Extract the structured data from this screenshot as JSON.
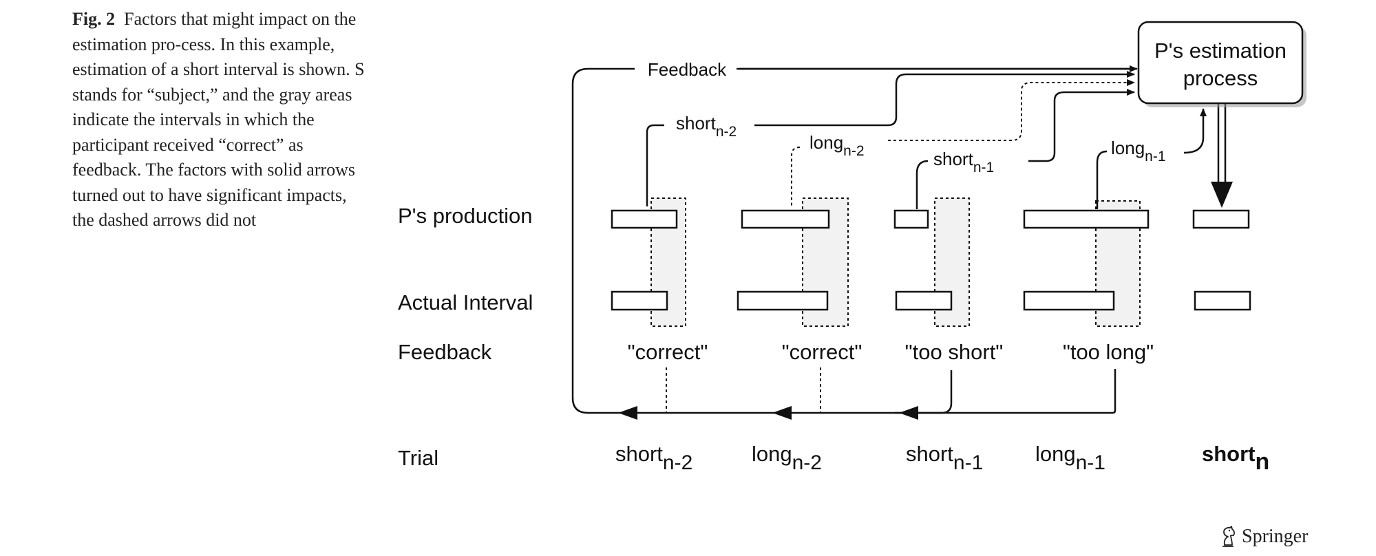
{
  "caption": {
    "label": "Fig. 2",
    "text": "Factors that might impact on the estimation pro-cess. In this example, estimation of a short interval is shown. S stands for “subject,” and the gray areas indicate the intervals in which the participant received “correct” as feedback. The factors with solid arrows turned out to have significant impacts, the dashed arrows did not"
  },
  "diagram": {
    "process_box": {
      "line1": "P's estimation",
      "line2": "process"
    },
    "feedback_line_label": "Feedback",
    "rows": {
      "production": "P's production",
      "actual": "Actual Interval",
      "feedback": "Feedback",
      "trial": "Trial"
    },
    "upper_labels": [
      {
        "base": "short",
        "sub": "n-2"
      },
      {
        "base": "long",
        "sub": "n-2"
      },
      {
        "base": "short",
        "sub": "n-1"
      },
      {
        "base": "long",
        "sub": "n-1"
      }
    ],
    "feedback_values": [
      "\"correct\"",
      "\"correct\"",
      "\"too short\"",
      "\"too long\""
    ],
    "trials": [
      {
        "base": "short",
        "sub": "n-2"
      },
      {
        "base": "long",
        "sub": "n-2"
      },
      {
        "base": "short",
        "sub": "n-1"
      },
      {
        "base": "long",
        "sub": "n-1"
      },
      {
        "base": "short",
        "sub": "n"
      }
    ],
    "gray_fill": "#f2f2f2",
    "stroke_color": "#111111"
  },
  "publisher": {
    "name": "Springer",
    "icon": "springer-knight-icon"
  }
}
